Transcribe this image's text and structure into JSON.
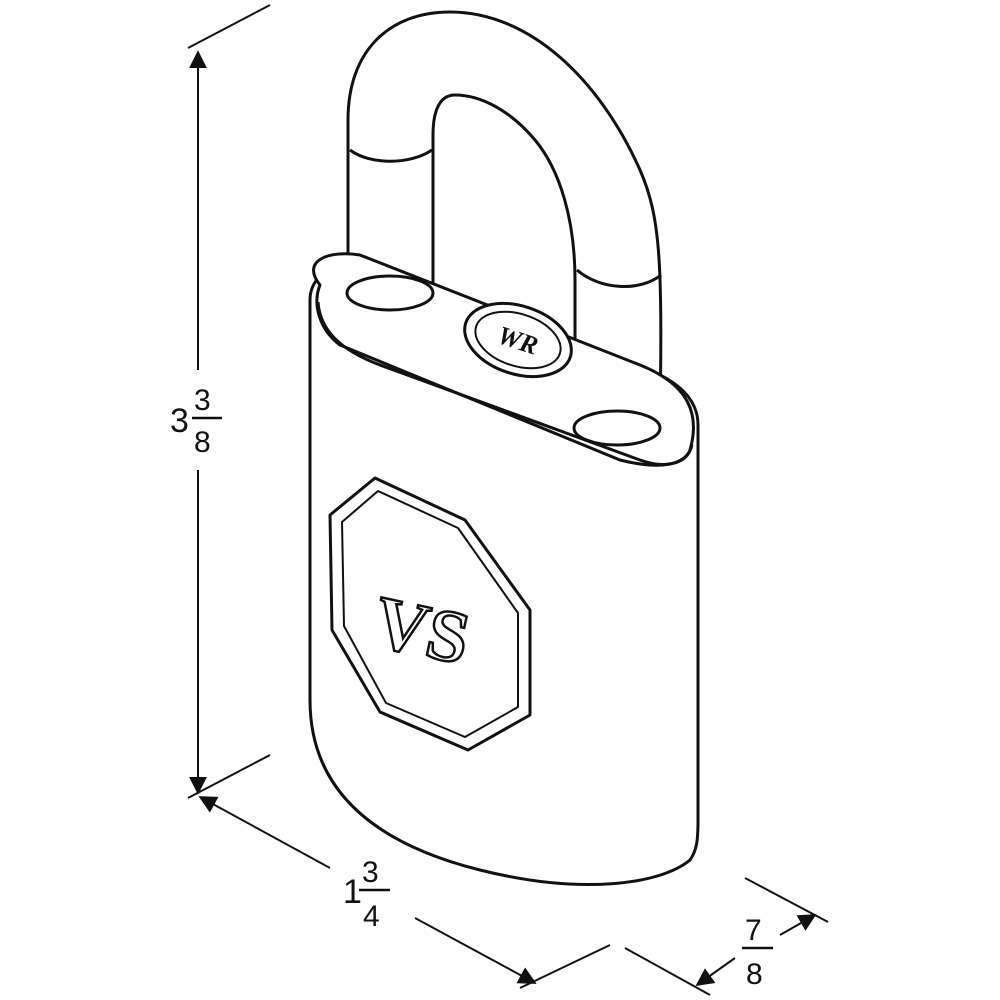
{
  "diagram": {
    "dimensions": {
      "height": {
        "whole": "3",
        "numerator": "3",
        "denominator": "8"
      },
      "width": {
        "whole": "1",
        "numerator": "3",
        "denominator": "4"
      },
      "depth": {
        "whole": "",
        "numerator": "7",
        "denominator": "8"
      }
    },
    "front_logo": "VS",
    "top_mark": "WR"
  }
}
